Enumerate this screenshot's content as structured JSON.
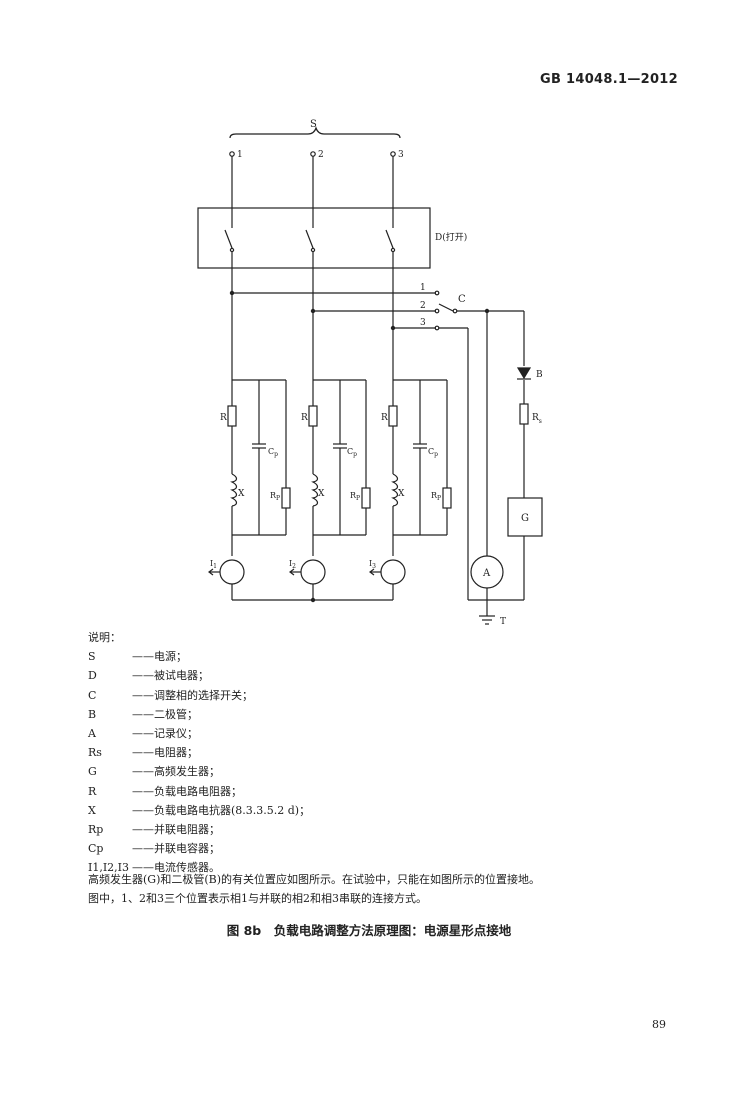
{
  "header": {
    "standard": "GB 14048.1—2012"
  },
  "circuit": {
    "source_label": "S",
    "terminals": [
      "1",
      "2",
      "3"
    ],
    "device_label": "D(打开)",
    "switch_label": "C",
    "switch_positions": [
      "1",
      "2",
      "3"
    ],
    "diode_label": "B",
    "rs_label": "Rs",
    "generator_label": "G",
    "recorder_label": "A",
    "ground_label": "T",
    "r_label": "R",
    "x_label": "X",
    "cp_label": "Cp",
    "rp_label": "Rp",
    "sensor_labels": [
      "I1",
      "I2",
      "I3"
    ]
  },
  "legend": {
    "title": "说明：",
    "items": [
      {
        "symbol": "S",
        "desc": "——电源；"
      },
      {
        "symbol": "D",
        "desc": "——被试电器；"
      },
      {
        "symbol": "C",
        "desc": "——调整相的选择开关；"
      },
      {
        "symbol": "B",
        "desc": "——二极管；"
      },
      {
        "symbol": "A",
        "desc": "——记录仪；"
      },
      {
        "symbol": "Rs",
        "desc": "——电阻器；"
      },
      {
        "symbol": "G",
        "desc": "——高频发生器；"
      },
      {
        "symbol": "R",
        "desc": "——负载电路电阻器；"
      },
      {
        "symbol": "X",
        "desc": "——负载电路电抗器(8.3.3.5.2 d)；"
      },
      {
        "symbol": "Rp",
        "desc": "——并联电阻器；"
      },
      {
        "symbol": "Cp",
        "desc": "——并联电容器；"
      },
      {
        "symbol": "I1,I2,I3",
        "desc": "——电流传感器。"
      }
    ]
  },
  "notes": [
    "高频发生器(G)和二极管(B)的有关位置应如图所示。在试验中，只能在如图所示的位置接地。",
    "图中，1、2和3三个位置表示相1与并联的相2和相3串联的连接方式。"
  ],
  "caption": "图 8b　负载电路调整方法原理图：电源星形点接地",
  "page_number": "89"
}
